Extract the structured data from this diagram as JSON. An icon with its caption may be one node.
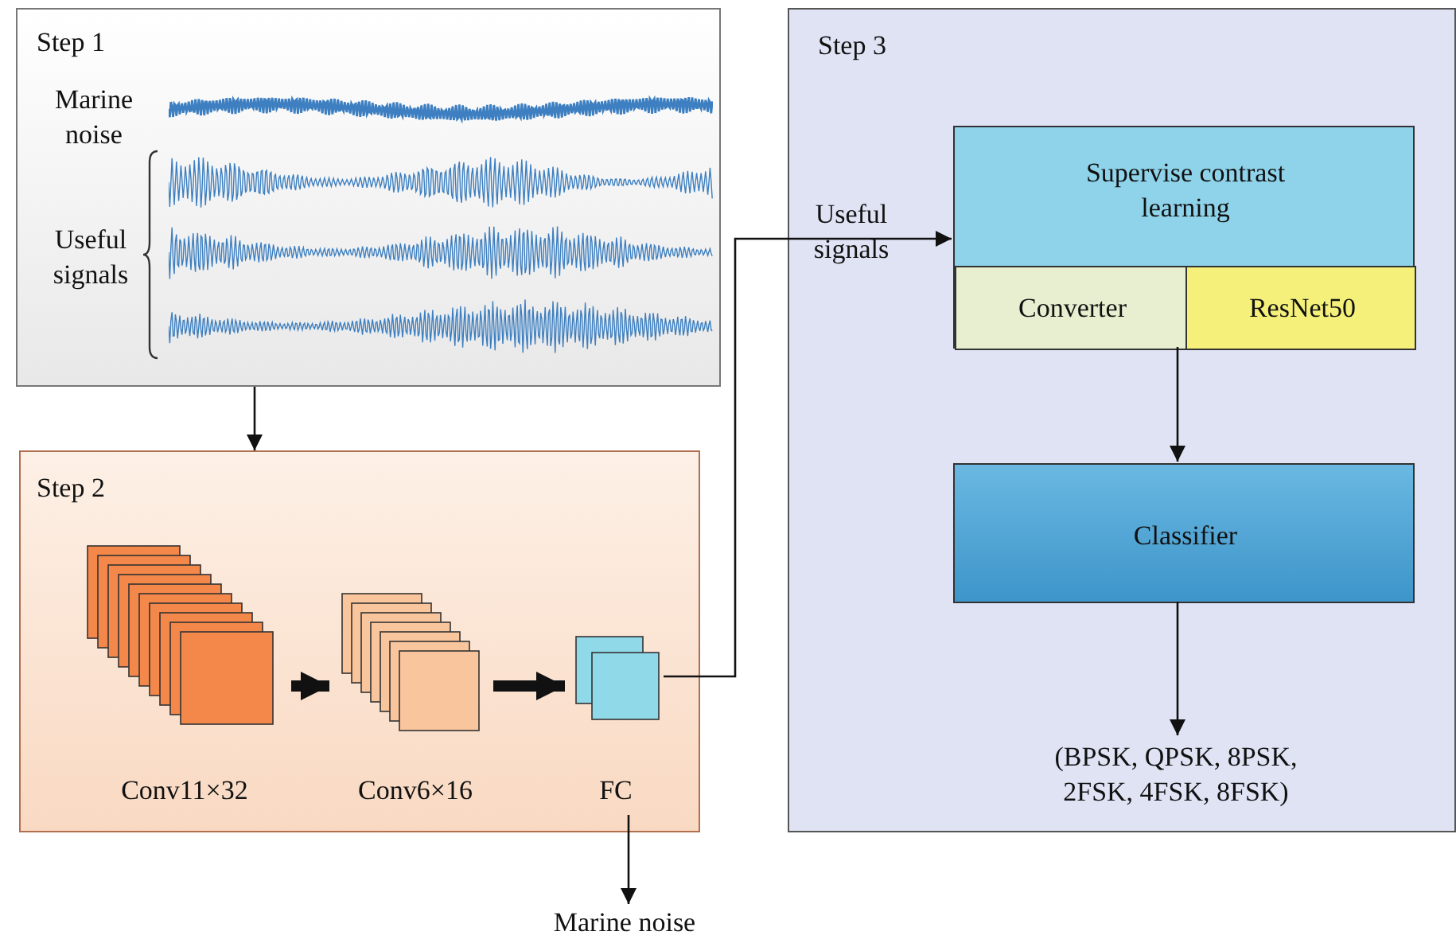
{
  "diagram": {
    "nodes": [
      {
        "text": [
          "Step 1"
        ]
      },
      {
        "text": [
          "Step 2"
        ]
      },
      {
        "text": [],
        "shape": "box",
        "beside": [
          "Conv11×32"
        ],
        "in": 1
      },
      {
        "text": [],
        "shape": "box",
        "beside": [
          "Conv6×16"
        ],
        "in": 1
      },
      {
        "text": [],
        "shape": "box",
        "beside": [
          "FC"
        ],
        "in": 1
      },
      {
        "text": [
          "Step 3"
        ]
      },
      {
        "text": [
          "Supervise contrast learning"
        ],
        "in": 5
      },
      {
        "text": [
          "Converter"
        ],
        "in": 6
      },
      {
        "text": [
          "ResNet50"
        ],
        "in": 6
      },
      {
        "text": [
          "Classifier"
        ],
        "in": 5
      },
      {
        "text": [
          "(BPSK, QPSK, 8PSK, 2FSK, 4FSK, 8FSK)"
        ],
        "in": 5
      },
      {
        "text": [
          "Marine noise"
        ]
      }
    ],
    "edges": [
      {
        "from": 0,
        "to": 1,
        "arrow": "to"
      },
      {
        "from": 2,
        "to": 3,
        "arrow": "to",
        "style": "thick"
      },
      {
        "from": 3,
        "to": 4,
        "arrow": "to",
        "style": "thick"
      },
      {
        "from": 4,
        "to": 6,
        "arrow": "to",
        "label": "Useful signals"
      },
      {
        "from": 4,
        "to": 11,
        "arrow": "to"
      },
      {
        "from": 6,
        "to": 9,
        "arrow": "to"
      },
      {
        "from": 9,
        "to": 10,
        "arrow": "to"
      }
    ],
    "labels": [
      "Marine noise",
      "Useful signals"
    ]
  }
}
